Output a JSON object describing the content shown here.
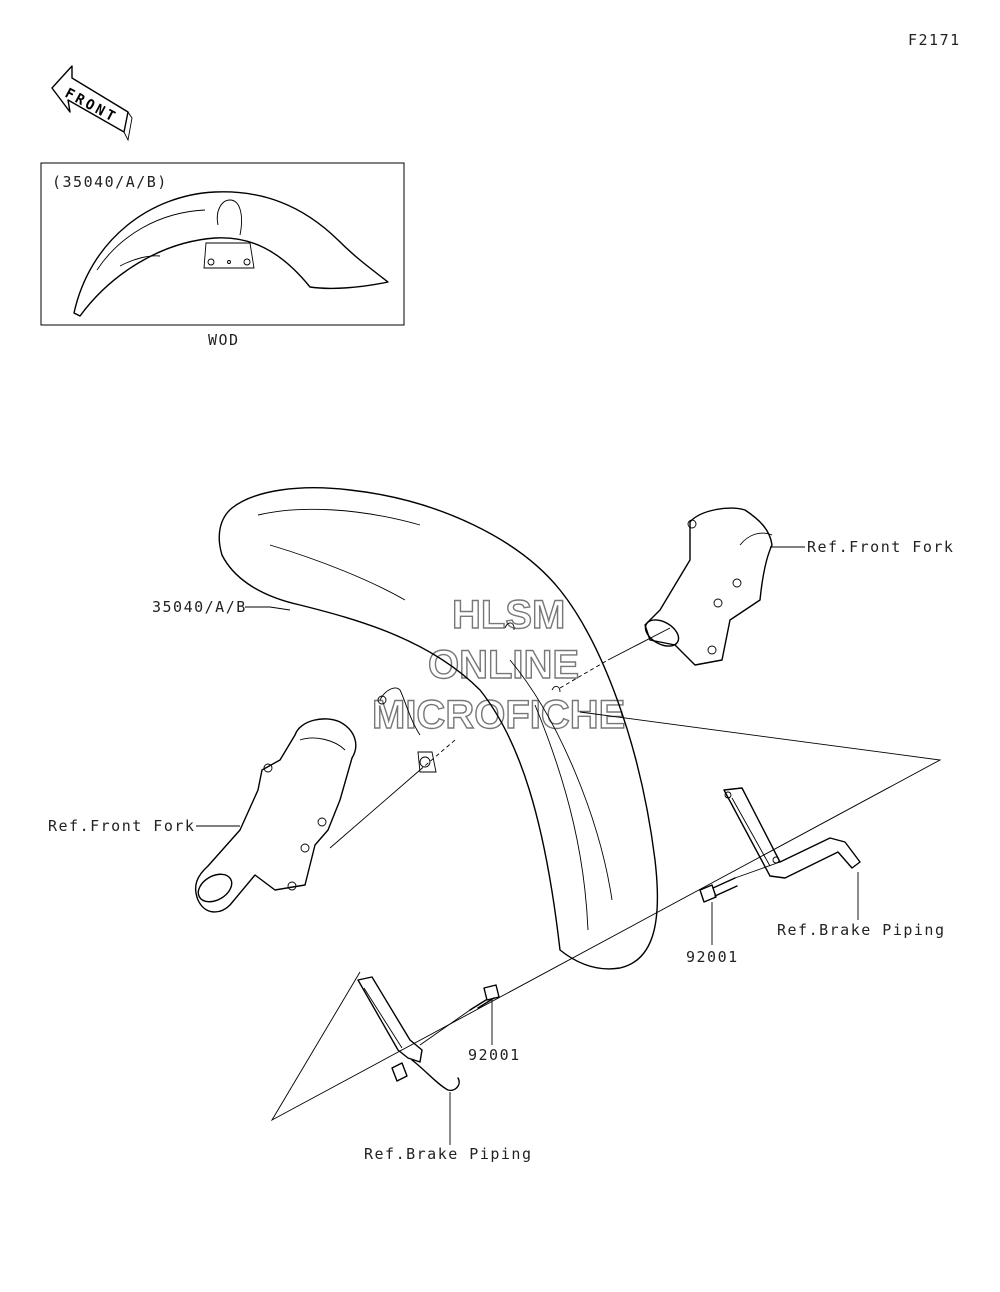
{
  "figure_id": "F2171",
  "front_arrow_label": "FRONT",
  "inset": {
    "part_label": "(35040/A/B)",
    "caption": "WOD"
  },
  "callouts": {
    "fender": "35040/A/B",
    "fork_right": "Ref.Front Fork",
    "fork_left": "Ref.Front Fork",
    "bolt_right": "92001",
    "bolt_left": "92001",
    "brake_right": "Ref.Brake Piping",
    "brake_left": "Ref.Brake Piping"
  },
  "watermark": {
    "line1": "HLSM",
    "line2": "ONLINE",
    "line3": "MICROFICHE"
  }
}
